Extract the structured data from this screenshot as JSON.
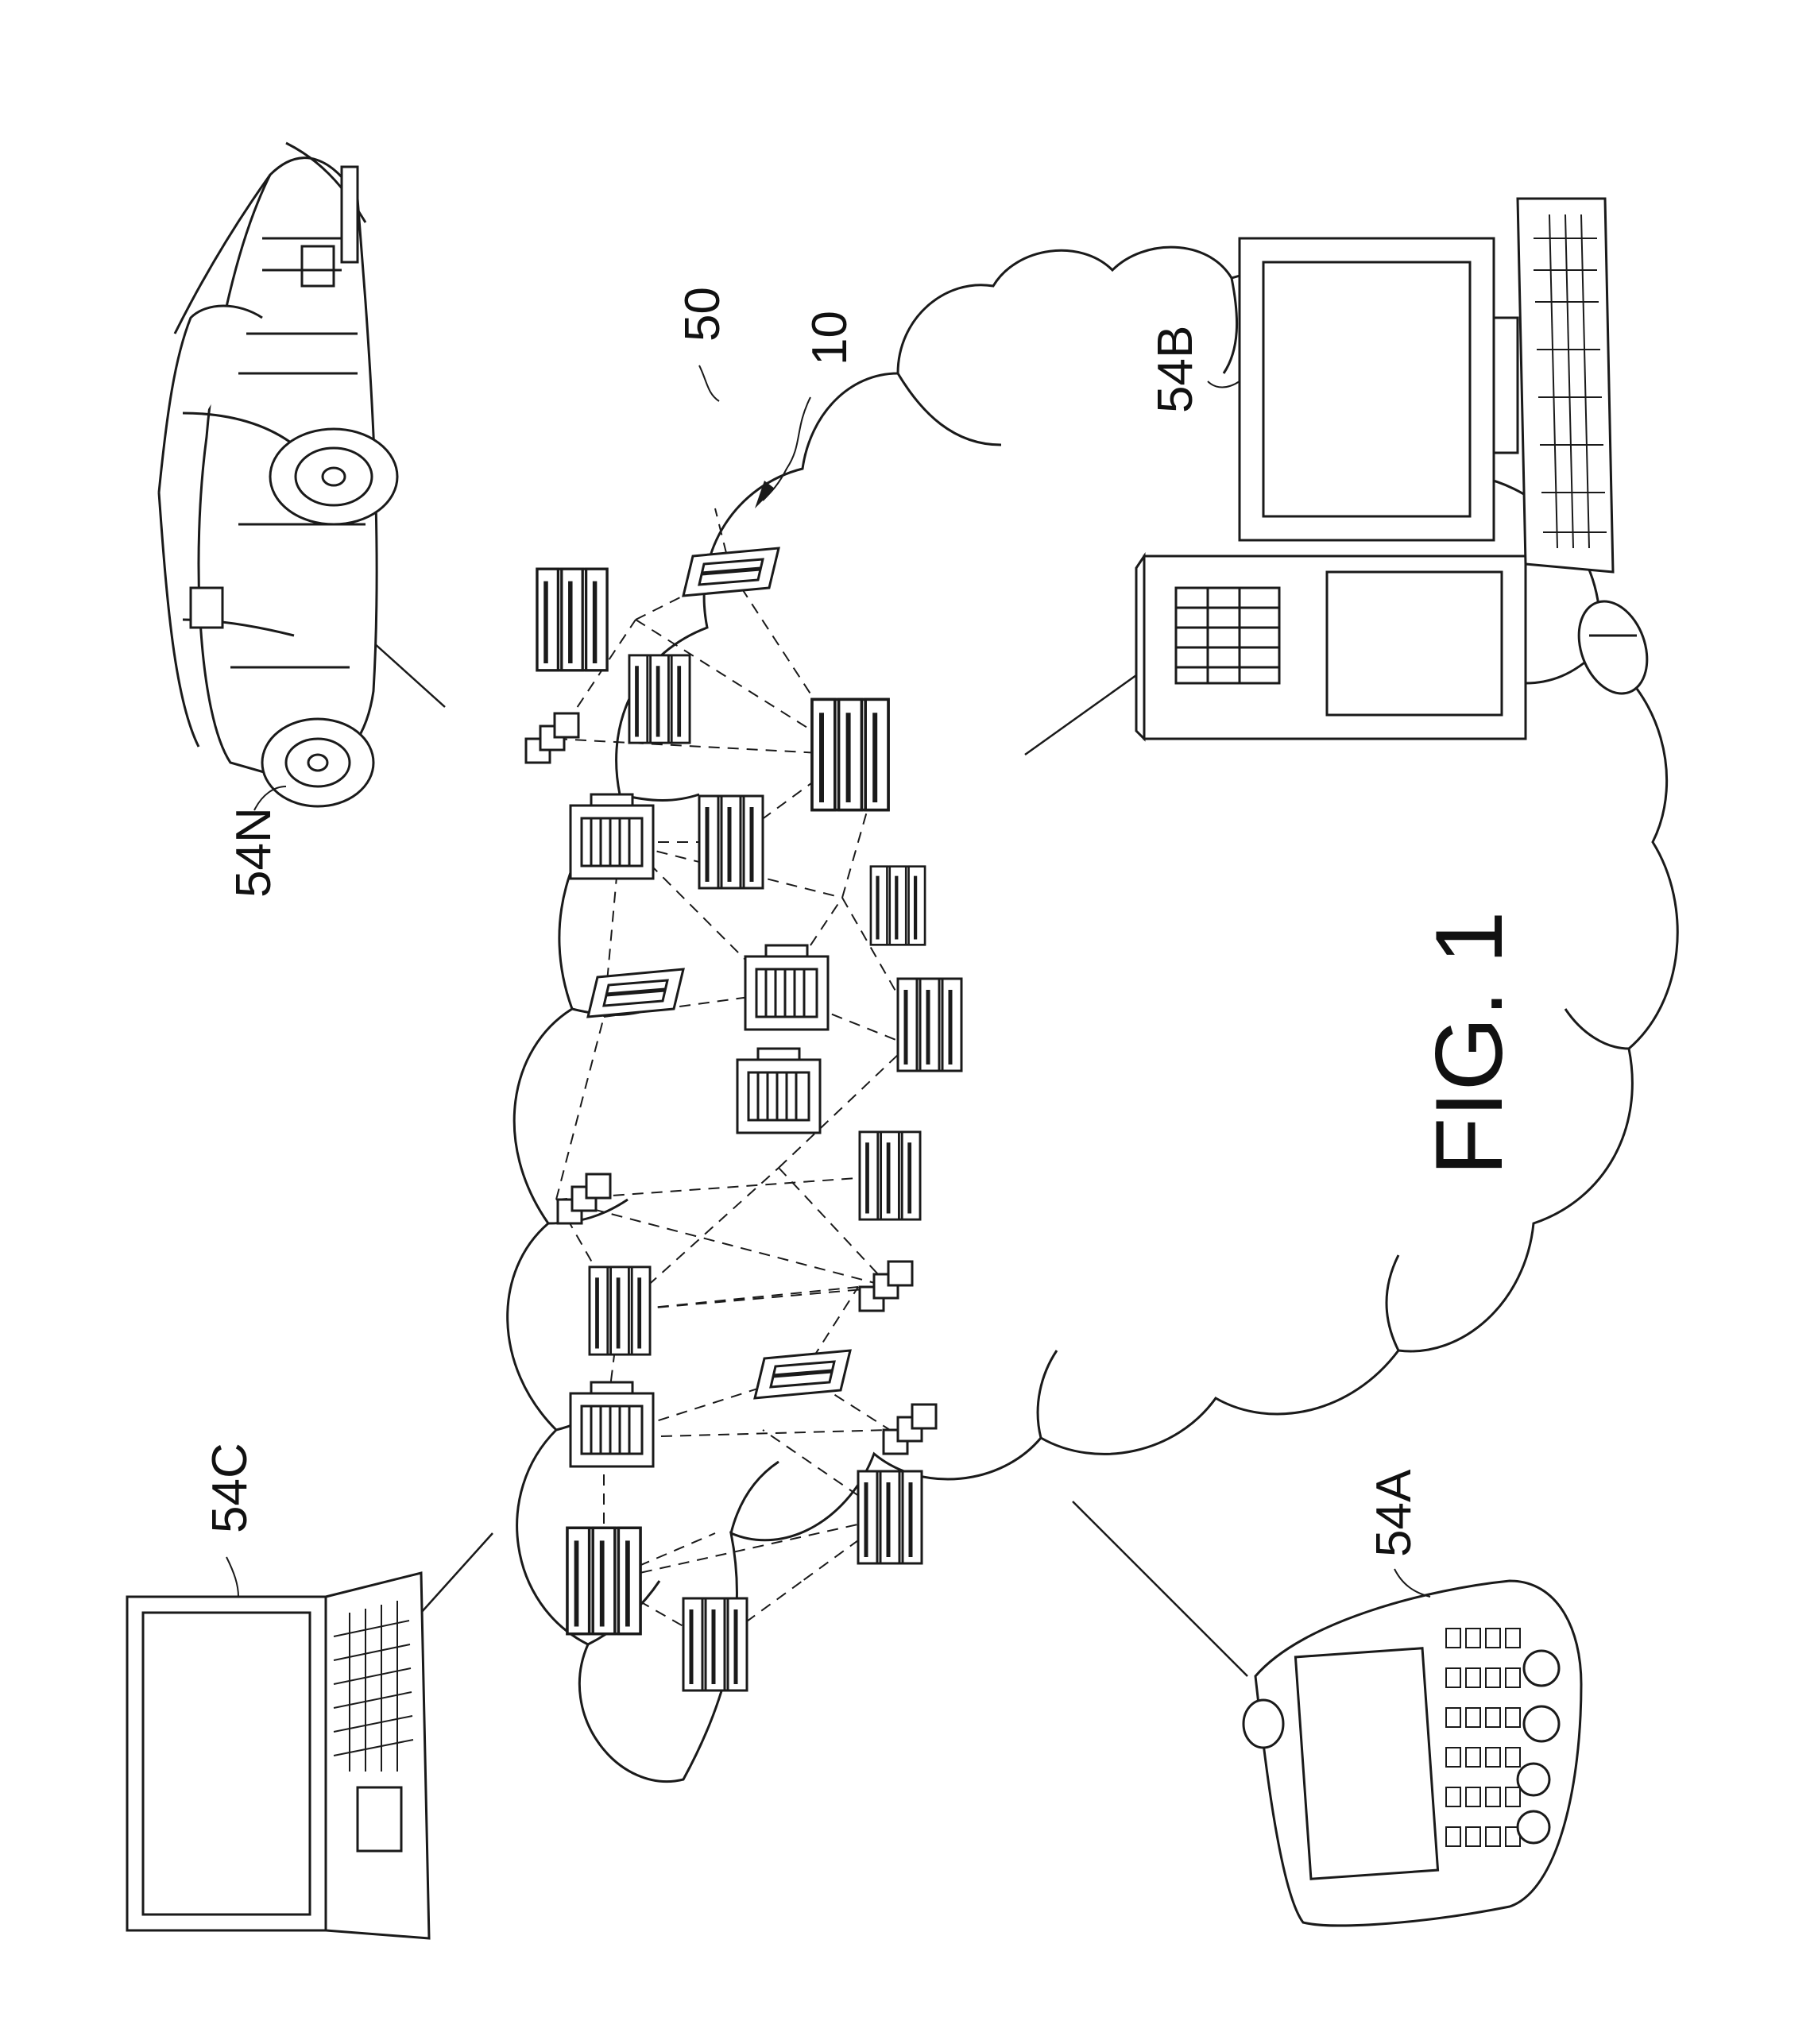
{
  "figure": {
    "caption": "FIG. 1",
    "ink_color": "#1a1a1a",
    "background": "#ffffff"
  },
  "references": {
    "cloud": "50",
    "cloud_environment": "10",
    "device_car": "54N",
    "device_desktop": "54B",
    "device_laptop": "54C",
    "device_phone": "54A"
  },
  "icons": {
    "cloud": "cloud-outline-icon",
    "server_rack": "server-rack-icon",
    "server_tower": "server-tower-icon",
    "node_stack": "small-node-stack-icon",
    "car": "automobile-icon",
    "desktop": "desktop-computer-icon",
    "laptop": "laptop-computer-icon",
    "phone": "pda-phone-icon"
  }
}
